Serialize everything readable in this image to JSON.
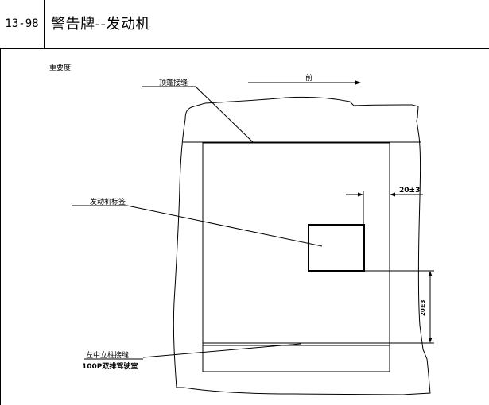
{
  "header": {
    "doc_number": "13-98",
    "title": "警告牌--发动机"
  },
  "diagram": {
    "importance_label": "重要度",
    "front_label": "前",
    "roof_seam_label": "顶篷接缝",
    "engine_label_label": "发动机标签",
    "dimension_top": "20±3",
    "dimension_side": "20±3",
    "pillar_seam_label": "左中立柱接缝",
    "model_label": "100P双排驾驶室"
  }
}
